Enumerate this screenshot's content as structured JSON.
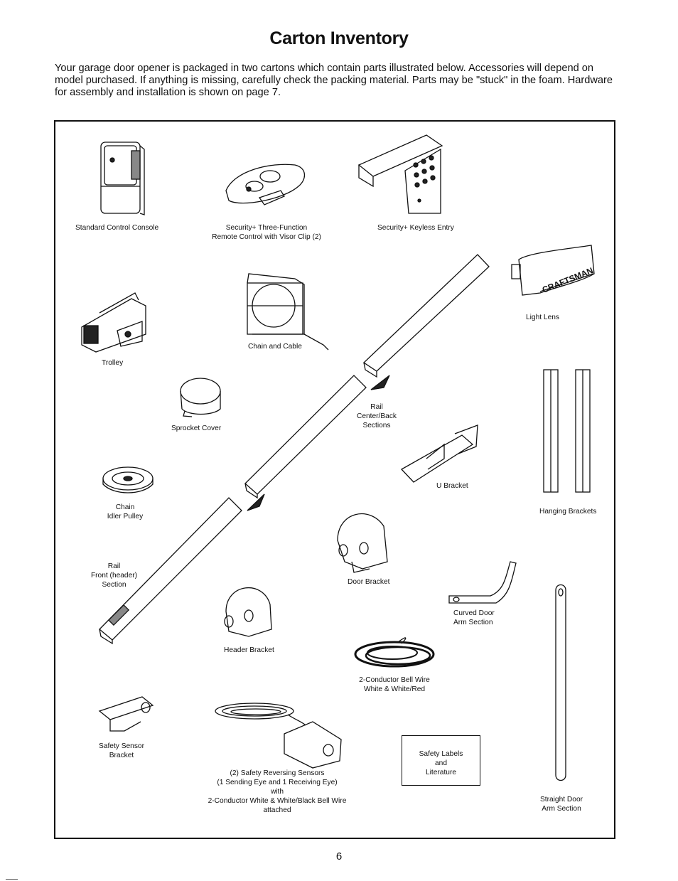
{
  "page": {
    "title": "Carton Inventory",
    "intro": "Your garage door opener is packaged in two cartons which contain parts illustrated below. Accessories will depend on model purchased. If anything is missing, carefully check the packing material. Parts may be \"stuck\" in the foam. Hardware for assembly and installation is shown on page 7.",
    "page_number": "6"
  },
  "parts": {
    "control_console": "Standard Control Console",
    "remote": "Security+ Three-Function\nRemote Control with Visor Clip (2)",
    "keyless_entry": "Security+ Keyless Entry",
    "trolley": "Trolley",
    "chain_cable": "Chain and Cable",
    "light_lens": "Light Lens",
    "light_lens_brand": "CRAFTSMAN",
    "sprocket_cover": "Sprocket Cover",
    "rail_center": "Rail\nCenter/Back\nSections",
    "chain_pulley": "Chain\nIdler Pulley",
    "u_bracket": "U Bracket",
    "hanging_brackets": "Hanging Brackets",
    "rail_front": "Rail\nFront (header)\nSection",
    "door_bracket": "Door Bracket",
    "curved_arm": "Curved Door\nArm Section",
    "header_bracket": "Header Bracket",
    "bell_wire": "2-Conductor Bell Wire\nWhite & White/Red",
    "sensor_bracket": "Safety Sensor\nBracket",
    "sensors": "(2) Safety Reversing Sensors\n(1 Sending Eye and 1 Receiving Eye)\nwith\n2-Conductor White & White/Black Bell Wire\nattached",
    "safety_labels": "Safety Labels\nand\nLiterature",
    "straight_arm": "Straight Door\nArm Section"
  }
}
